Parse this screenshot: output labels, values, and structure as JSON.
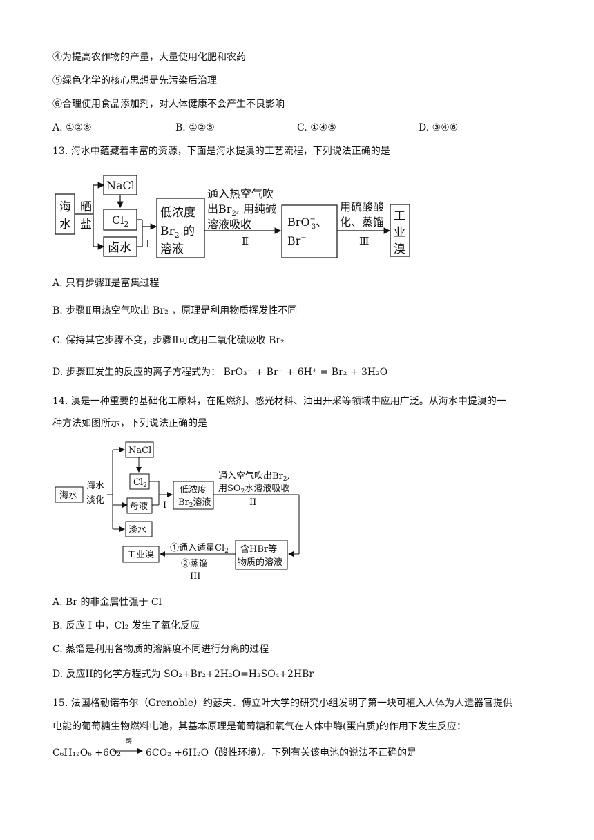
{
  "q12": {
    "item4": "④为提高农作物的产量，大量使用化肥和农药",
    "item5": "⑤绿色化学的核心思想是先污染后治理",
    "item6": "⑥合理使用食品添加剂，对人体健康不会产生不良影响",
    "options": [
      "A. ①②⑥",
      "B. ①②⑤",
      "C. ①④⑤",
      "D. ③④⑥"
    ]
  },
  "q13": {
    "stem": "13. 海水中蕴藏着丰富的资源，下面是海水提溴的工艺流程，下列说法正确的是",
    "diagram": {
      "seawater": "海\n水",
      "evap": "晒\n盐",
      "nacl": "NaCl",
      "cl2": "Cl₂",
      "brine": "卤水",
      "step1": "I",
      "lowbr": [
        "低浓度",
        "Br₂ 的",
        "溶液"
      ],
      "arrow2": [
        "通入热空气吹",
        "出Br₂, 用纯碱",
        "溶液吸收"
      ],
      "step2": "Ⅱ",
      "product_ions": [
        "BrO₃⁻、",
        "Br⁻"
      ],
      "arrow3": [
        "用硫酸酸",
        "化、蒸馏"
      ],
      "step3": "Ⅲ",
      "final": [
        "工",
        "业",
        "溴"
      ]
    },
    "A": "A.  只有步骤Ⅱ是富集过程",
    "B": "B.  步骤Ⅱ用热空气吹出 Br₂ ，原理是利用物质挥发性不同",
    "C": "C.  保持其它步骤不变，步骤Ⅱ可改用二氧化硫吸收 Br₂",
    "D": "D.  步骤Ⅲ发生的反应的离子方程式为：  BrO₃⁻ + Br⁻ + 6H⁺ = Br₂ + 3H₂O"
  },
  "q14": {
    "stem1": "14. 溴是一种重要的基础化工原料，在阻燃剂、感光材料、油田开采等领域中应用广泛。从海水中提溴的一",
    "stem2": "种方法如图所示，下列说法正确的是",
    "diagram": {
      "seawater": "海水",
      "desal": [
        "海水",
        "淡化"
      ],
      "nacl": "NaCl",
      "cl2": "Cl₂",
      "mother": "母液",
      "fresh": "淡水",
      "step1": "I",
      "lowbr": [
        "低浓度",
        "Br₂溶液"
      ],
      "arrow2": [
        "通入空气吹出Br₂,",
        "用SO₂水溶液吸收"
      ],
      "step2": "II",
      "hbr": [
        "含HBr等",
        "物质的溶液"
      ],
      "arrow3": [
        "①通入适量Cl₂",
        "②蒸馏"
      ],
      "step3": "III",
      "final": "工业溴"
    },
    "A": "A. Br 的非金属性强于 Cl",
    "B": "B.  反应 I 中，Cl₂ 发生了氧化反应",
    "C": "C.  蒸馏是利用各物质的溶解度不同进行分离的过程",
    "D": "D.  反应II的化学方程式为 SO₂+Br₂+2H₂O=H₂SO₄+2HBr"
  },
  "q15": {
    "stem1": "15.  法国格勒诺布尔（Grenoble）约瑟夫．傅立叶大学的研究小组发明了第一块可植入人体为人造器官提供",
    "stem2": "电能的葡萄糖生物燃料电池，其基本原理是葡萄糖和氧气在人体中酶(蛋白质)的作用下发生反应：",
    "eq_left": "C₆H₁₂O₆ +6O₂",
    "eq_enzyme": "酶",
    "eq_right": "6CO₂ +6H₂O（酸性环境）。下列有关该电池的说法不正确的是"
  }
}
